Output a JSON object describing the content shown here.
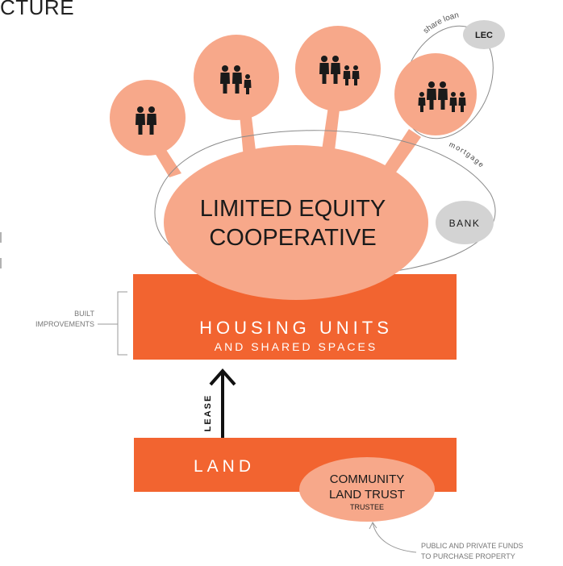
{
  "title_fragment": "CTURE",
  "colors": {
    "orange": "#f26430",
    "salmon": "#f7a88a",
    "gray_badge": "#d3d3d3",
    "text_dark": "#1a1a1a"
  },
  "coop": {
    "line1": "LIMITED EQUITY",
    "line2": "COOPERATIVE"
  },
  "families": [
    {
      "name": "family-2",
      "icon": "family-of-two-icon"
    },
    {
      "name": "family-3",
      "icon": "family-of-three-icon"
    },
    {
      "name": "family-4",
      "icon": "family-of-four-icon"
    },
    {
      "name": "family-5",
      "icon": "family-of-five-icon"
    }
  ],
  "lec": {
    "label": "LEC",
    "path_label": "share loan"
  },
  "bank": {
    "label": "BANK",
    "path_label": "mortgage"
  },
  "housing": {
    "line1": "HOUSING UNITS",
    "line2": "AND SHARED SPACES"
  },
  "built": {
    "line1": "BUILT",
    "line2": "IMPROVEMENTS"
  },
  "lease": "LEASE",
  "land": "LAND",
  "clt": {
    "line1": "COMMUNITY",
    "line2": "LAND TRUST",
    "line3": "TRUSTEE"
  },
  "funds": {
    "line1": "PUBLIC AND PRIVATE FUNDS",
    "line2": "TO PURCHASE PROPERTY"
  }
}
